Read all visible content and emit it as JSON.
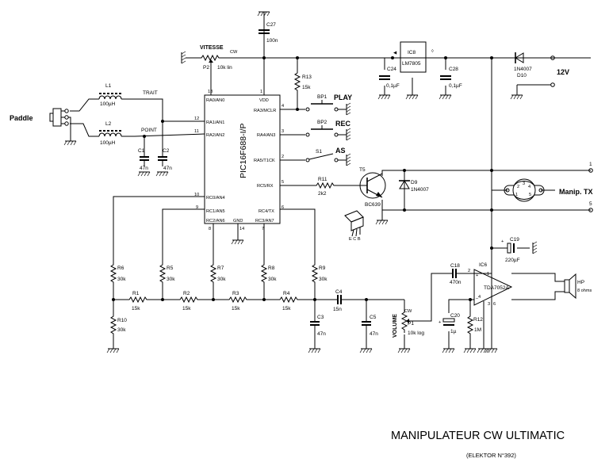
{
  "title": "MANIPULATEUR CW ULTIMATIC",
  "reference": "(ELEKTOR N°392)",
  "mcu": {
    "name": "PIC16F688-I/P"
  },
  "pins": {
    "p13": "13",
    "p1": "1",
    "p12": "12",
    "p11": "11",
    "p4": "4",
    "p3": "3",
    "p2": "2",
    "p5": "5",
    "p10": "10",
    "p9": "9",
    "p6": "6",
    "p8": "8",
    "p14": "14",
    "p7": "7",
    "ra0": "RA0/AN0",
    "vdd": "VDD",
    "ra1": "RA1/AN1",
    "ra3": "RA3/MCLR",
    "ra2": "RA2/AN2",
    "ra4": "RA4/AN3",
    "ra5": "RA5/T1CK",
    "rc5": "RC5/RX",
    "rc0": "RC0/AN4",
    "rc1": "RC1/AN5",
    "rc4": "RC4/TX",
    "rc2": "RC2/AN6",
    "gnd": "GND",
    "rc3": "RC3/AN7"
  },
  "labels": {
    "paddle": "Paddle",
    "trait": "TRAIT",
    "point": "POINT",
    "vitesse": "VITESSE",
    "cw": "CW",
    "play": "PLAY",
    "rec": "REC",
    "as": "AS",
    "v12": "12V",
    "maniptx": "Manip. TX",
    "volume": "VOLUME",
    "cw2": "CW",
    "out1": "1",
    "out5": "5",
    "din": [
      "2",
      "1",
      "3",
      "4",
      "5"
    ],
    "hp": "HP",
    "hpohms": "8 ohms",
    "ic6pin1": "1",
    "ic6pin2": "2",
    "ic6pin4": "4",
    "ic6pin3": "3",
    "ic6pin6": "6",
    "plus": "+",
    "minus": "–",
    "ebc": "E C B"
  },
  "components": {
    "L1": {
      "ref": "L1",
      "value": "100µH"
    },
    "L2": {
      "ref": "L2",
      "value": "100µH"
    },
    "C1": {
      "ref": "C1",
      "value": "47n"
    },
    "C2": {
      "ref": "C2",
      "value": "47n"
    },
    "P2": {
      "ref": "P2",
      "value": "10k lin"
    },
    "C27": {
      "ref": "C27",
      "value": "100n"
    },
    "R13": {
      "ref": "R13",
      "value": "15k"
    },
    "BP1": {
      "ref": "BP1"
    },
    "BP2": {
      "ref": "BP2"
    },
    "S1": {
      "ref": "S1"
    },
    "R11": {
      "ref": "R11",
      "value": "2k2"
    },
    "T5": {
      "ref": "T5",
      "value": "BC639"
    },
    "D9": {
      "ref": "D9",
      "value": "1N4007"
    },
    "D10": {
      "ref": "D10",
      "value": "1N4007"
    },
    "IC8": {
      "ref": "IC8",
      "value": "LM7805"
    },
    "C24": {
      "ref": "C24",
      "value": "0,1µF"
    },
    "C28": {
      "ref": "C28",
      "value": "0,1µF"
    },
    "C19": {
      "ref": "C19",
      "value": "220µF"
    },
    "C18": {
      "ref": "C18",
      "value": "470n"
    },
    "IC6": {
      "ref": "IC6",
      "value": "TDA7052A"
    },
    "C20": {
      "ref": "C20",
      "value": "1µ"
    },
    "R12": {
      "ref": "R12",
      "value": "1M"
    },
    "P1": {
      "ref": "P1",
      "value": "10k log"
    },
    "R6": {
      "ref": "R6",
      "value": "30k"
    },
    "R5": {
      "ref": "R5",
      "value": "30k"
    },
    "R7": {
      "ref": "R7",
      "value": "30k"
    },
    "R8": {
      "ref": "R8",
      "value": "30k"
    },
    "R9": {
      "ref": "R9",
      "value": "30k"
    },
    "R10": {
      "ref": "R10",
      "value": "30k"
    },
    "R1": {
      "ref": "R1",
      "value": "15k"
    },
    "R2": {
      "ref": "R2",
      "value": "15k"
    },
    "R3": {
      "ref": "R3",
      "value": "15k"
    },
    "R4": {
      "ref": "R4",
      "value": "15k"
    },
    "C4": {
      "ref": "C4",
      "value": "15n"
    },
    "C3": {
      "ref": "C3",
      "value": "47n"
    },
    "C5": {
      "ref": "C5",
      "value": "47n"
    }
  }
}
